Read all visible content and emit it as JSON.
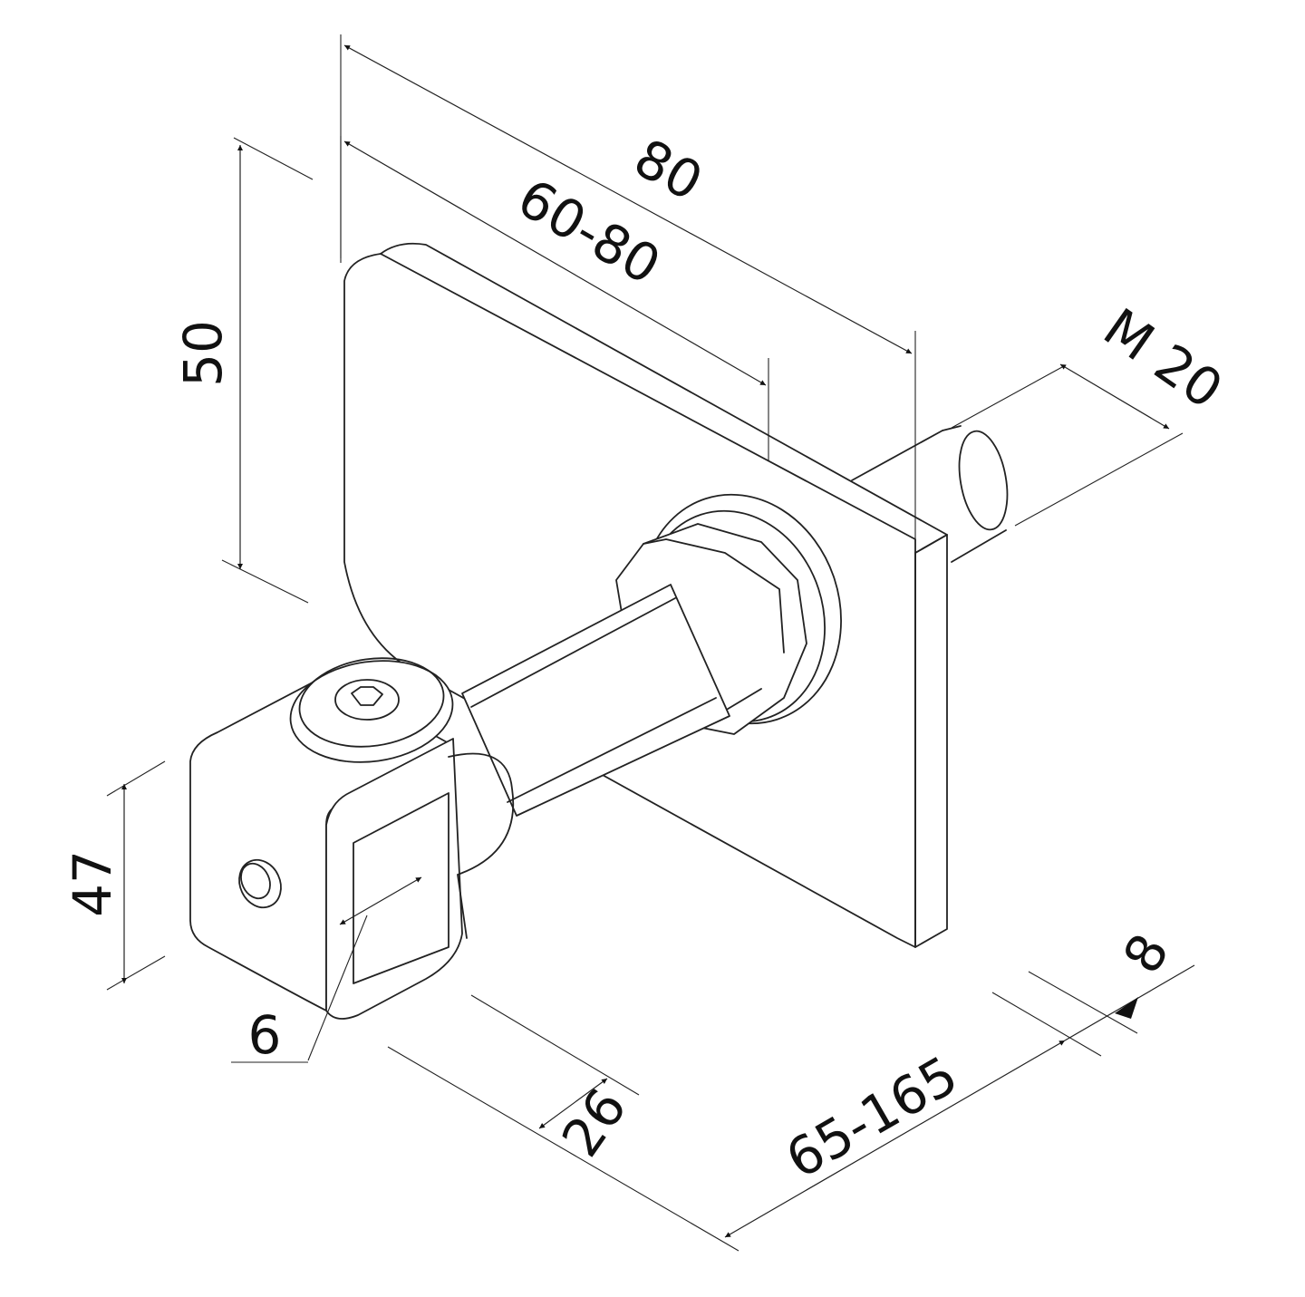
{
  "colors": {
    "line": "#222222",
    "background": "#ffffff"
  },
  "dimensions": {
    "d80": "80",
    "d60_80": "60-80",
    "d50": "50",
    "m20": "M 20",
    "d47": "47",
    "d6": "6",
    "d26": "26",
    "d65_165": "65-165",
    "d8": "8"
  }
}
